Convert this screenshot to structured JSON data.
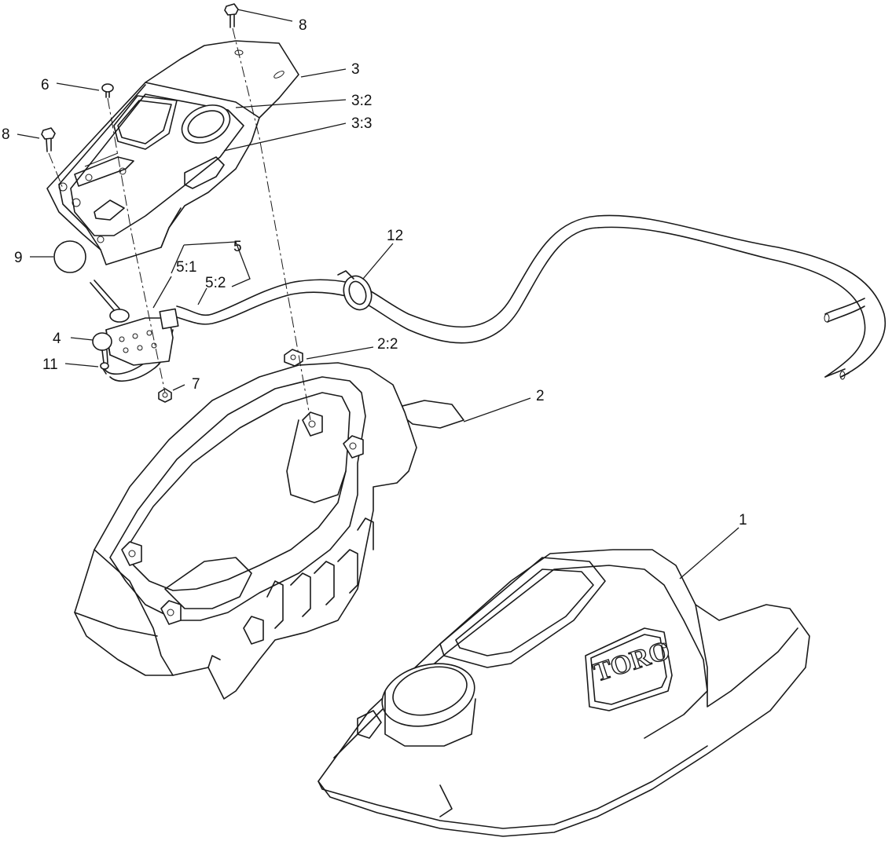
{
  "diagram": {
    "callouts": {
      "c1": "1",
      "c2": "2",
      "c2_2": "2:2",
      "c3": "3",
      "c3_2": "3:2",
      "c3_3": "3:3",
      "c4": "4",
      "c5": "5",
      "c5_1": "5:1",
      "c5_2": "5:2",
      "c6": "6",
      "c7": "7",
      "c8_top": "8",
      "c8_left": "8",
      "c9": "9",
      "c11": "11",
      "c12": "12"
    },
    "logo_text": "TORO",
    "colors": {
      "line": "#1a1a1a",
      "background": "#ffffff"
    }
  }
}
